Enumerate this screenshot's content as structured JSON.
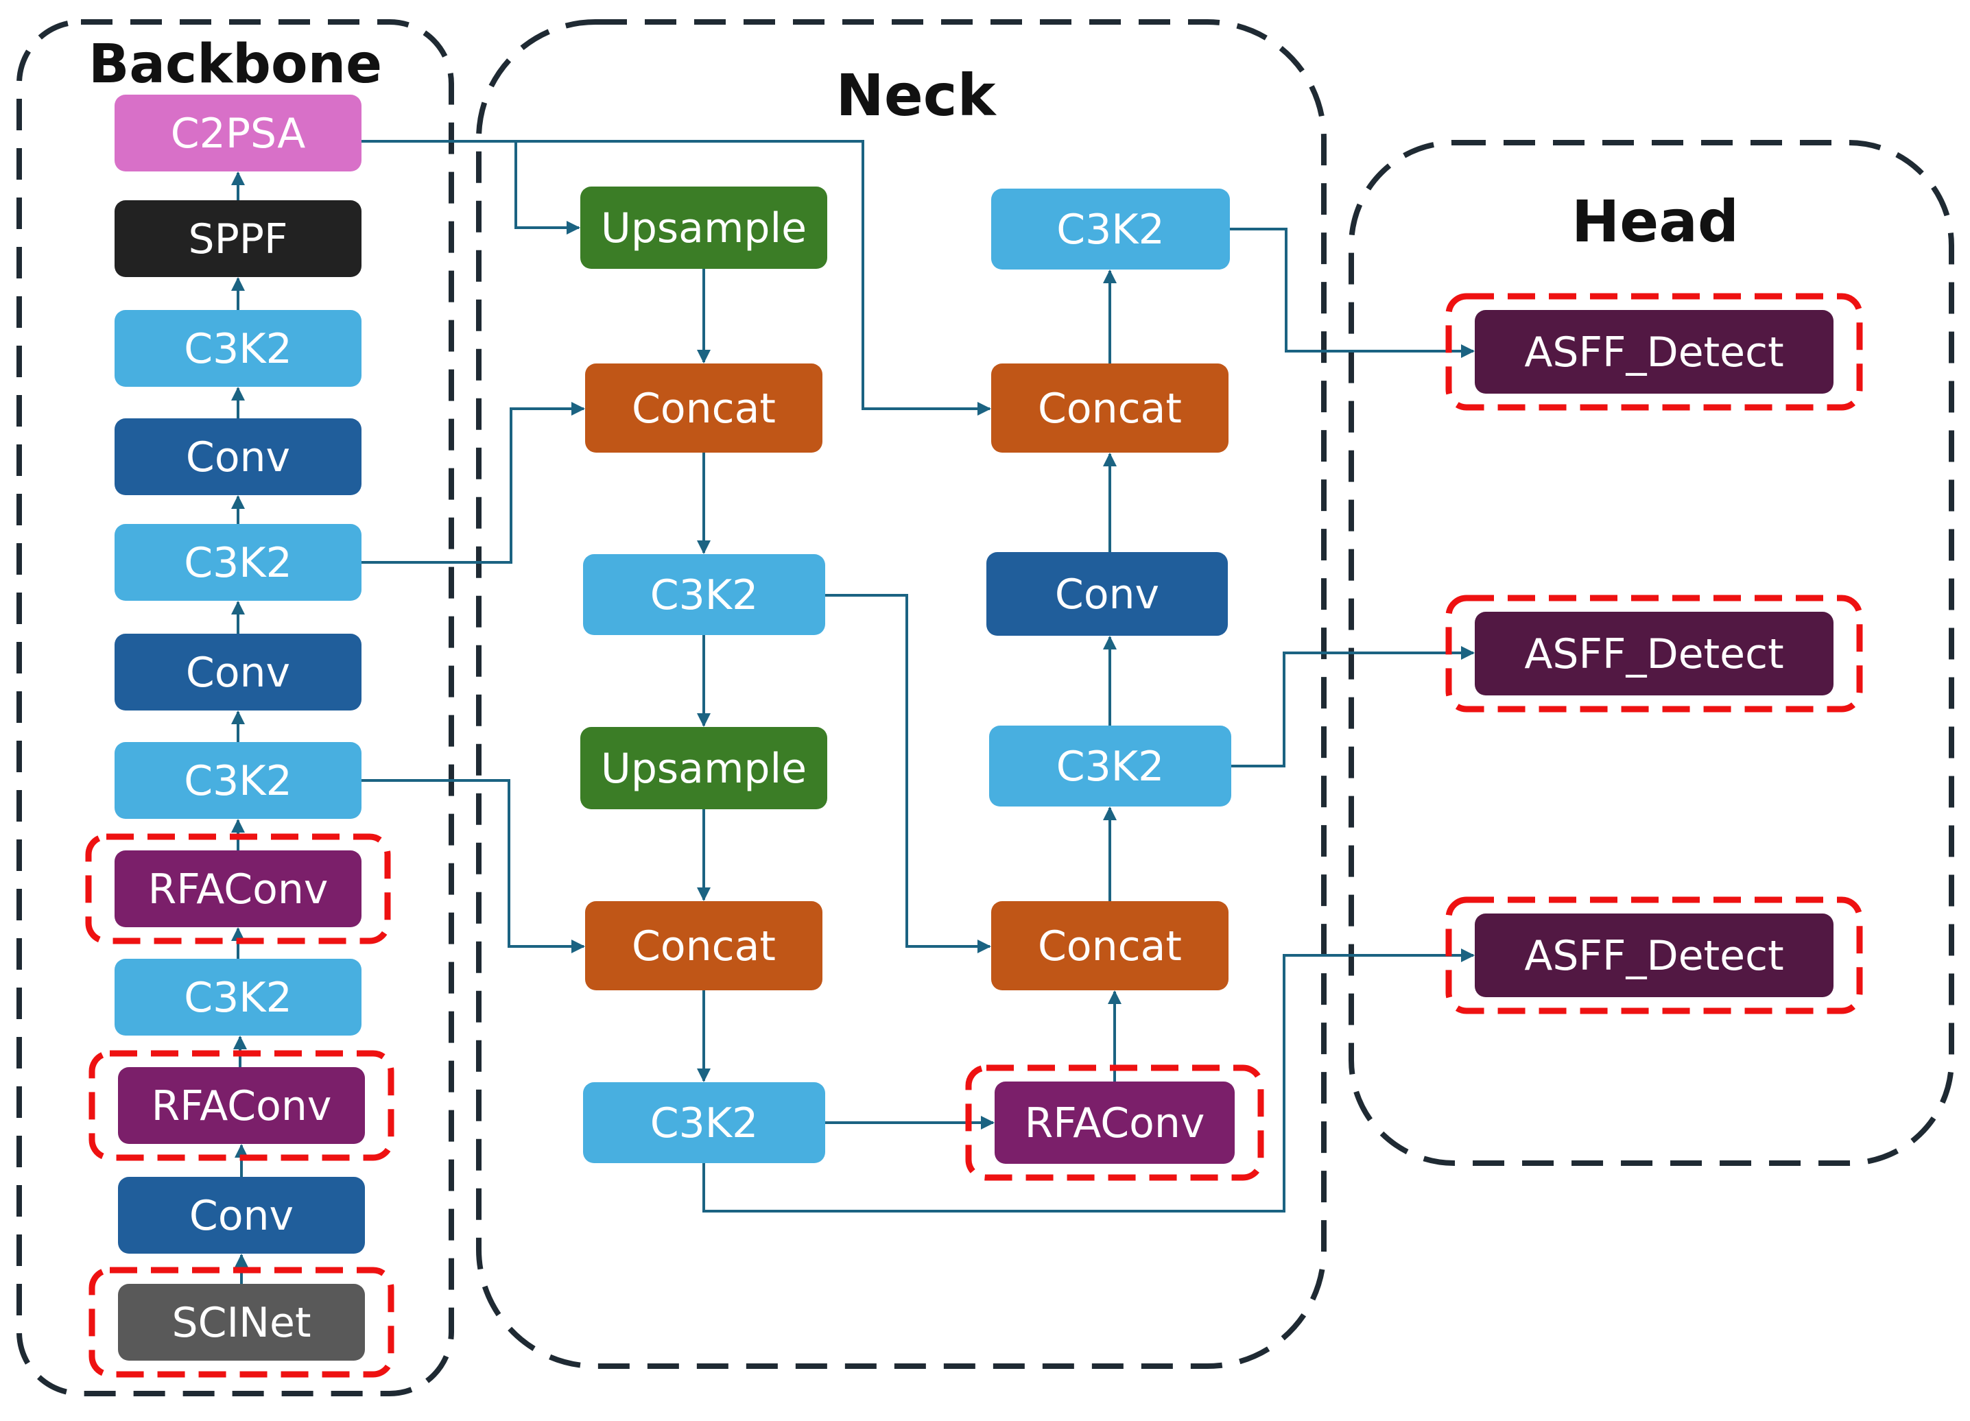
{
  "sections": {
    "backbone": "Backbone",
    "neck": "Neck",
    "head": "Head"
  },
  "colors": {
    "C2PSA": "#d870c8",
    "SPPF": "#222222",
    "C3K2": "#48afe0",
    "Conv": "#205e9b",
    "RFAConv": "#7b1f6a",
    "SCINet": "#595959",
    "Upsample": "#3b7d26",
    "Concat": "#c05617",
    "ASFF_Detect": "#521843",
    "arrow": "#1b6382",
    "section_border": "#1f2a33",
    "highlight_border": "#ee1111"
  },
  "nodes": [
    {
      "id": "bb-c2psa",
      "type": "C2PSA",
      "label": "C2PSA"
    },
    {
      "id": "bb-sppf",
      "type": "SPPF",
      "label": "SPPF"
    },
    {
      "id": "bb-c3k2-4",
      "type": "C3K2",
      "label": "C3K2"
    },
    {
      "id": "bb-conv-3",
      "type": "Conv",
      "label": "Conv"
    },
    {
      "id": "bb-c3k2-3",
      "type": "C3K2",
      "label": "C3K2"
    },
    {
      "id": "bb-conv-2",
      "type": "Conv",
      "label": "Conv"
    },
    {
      "id": "bb-c3k2-2",
      "type": "C3K2",
      "label": "C3K2"
    },
    {
      "id": "bb-rfaconv-2",
      "type": "RFAConv",
      "label": "RFAConv",
      "highlighted": true
    },
    {
      "id": "bb-c3k2-1",
      "type": "C3K2",
      "label": "C3K2"
    },
    {
      "id": "bb-rfaconv-1",
      "type": "RFAConv",
      "label": "RFAConv",
      "highlighted": true
    },
    {
      "id": "bb-conv-1",
      "type": "Conv",
      "label": "Conv"
    },
    {
      "id": "bb-scinet",
      "type": "SCINet",
      "label": "SCINet",
      "highlighted": true
    },
    {
      "id": "nk-upsample-1",
      "type": "Upsample",
      "label": "Upsample"
    },
    {
      "id": "nk-concat-1",
      "type": "Concat",
      "label": "Concat"
    },
    {
      "id": "nk-c3k2-1",
      "type": "C3K2",
      "label": "C3K2"
    },
    {
      "id": "nk-upsample-2",
      "type": "Upsample",
      "label": "Upsample"
    },
    {
      "id": "nk-concat-2",
      "type": "Concat",
      "label": "Concat"
    },
    {
      "id": "nk-c3k2-2",
      "type": "C3K2",
      "label": "C3K2"
    },
    {
      "id": "nk-rfaconv",
      "type": "RFAConv",
      "label": "RFAConv",
      "highlighted": true
    },
    {
      "id": "nk-concat-3",
      "type": "Concat",
      "label": "Concat"
    },
    {
      "id": "nk-c3k2-3",
      "type": "C3K2",
      "label": "C3K2"
    },
    {
      "id": "nk-conv",
      "type": "Conv",
      "label": "Conv"
    },
    {
      "id": "nk-concat-4",
      "type": "Concat",
      "label": "Concat"
    },
    {
      "id": "nk-c3k2-4",
      "type": "C3K2",
      "label": "C3K2"
    },
    {
      "id": "hd-asff-1",
      "type": "ASFF_Detect",
      "label": "ASFF_Detect",
      "highlighted": true
    },
    {
      "id": "hd-asff-2",
      "type": "ASFF_Detect",
      "label": "ASFF_Detect",
      "highlighted": true
    },
    {
      "id": "hd-asff-3",
      "type": "ASFF_Detect",
      "label": "ASFF_Detect",
      "highlighted": true
    }
  ],
  "edges": [
    {
      "from": "bb-scinet",
      "to": "bb-conv-1"
    },
    {
      "from": "bb-conv-1",
      "to": "bb-rfaconv-1"
    },
    {
      "from": "bb-rfaconv-1",
      "to": "bb-c3k2-1"
    },
    {
      "from": "bb-c3k2-1",
      "to": "bb-rfaconv-2"
    },
    {
      "from": "bb-rfaconv-2",
      "to": "bb-c3k2-2"
    },
    {
      "from": "bb-c3k2-2",
      "to": "bb-conv-2"
    },
    {
      "from": "bb-conv-2",
      "to": "bb-c3k2-3"
    },
    {
      "from": "bb-c3k2-3",
      "to": "bb-conv-3"
    },
    {
      "from": "bb-conv-3",
      "to": "bb-c3k2-4"
    },
    {
      "from": "bb-c3k2-4",
      "to": "bb-sppf"
    },
    {
      "from": "bb-sppf",
      "to": "bb-c2psa"
    },
    {
      "from": "bb-c2psa",
      "to": "nk-upsample-1"
    },
    {
      "from": "bb-c2psa",
      "to": "nk-concat-4"
    },
    {
      "from": "nk-upsample-1",
      "to": "nk-concat-1"
    },
    {
      "from": "bb-c3k2-3",
      "to": "nk-concat-1"
    },
    {
      "from": "nk-concat-1",
      "to": "nk-c3k2-1"
    },
    {
      "from": "nk-c3k2-1",
      "to": "nk-upsample-2"
    },
    {
      "from": "nk-c3k2-1",
      "to": "nk-concat-3"
    },
    {
      "from": "nk-upsample-2",
      "to": "nk-concat-2"
    },
    {
      "from": "bb-c3k2-2",
      "to": "nk-concat-2"
    },
    {
      "from": "nk-concat-2",
      "to": "nk-c3k2-2"
    },
    {
      "from": "nk-c3k2-2",
      "to": "nk-rfaconv"
    },
    {
      "from": "nk-c3k2-2",
      "to": "hd-asff-3"
    },
    {
      "from": "nk-rfaconv",
      "to": "nk-concat-3"
    },
    {
      "from": "nk-concat-3",
      "to": "nk-c3k2-3"
    },
    {
      "from": "nk-c3k2-3",
      "to": "nk-conv"
    },
    {
      "from": "nk-c3k2-3",
      "to": "hd-asff-2"
    },
    {
      "from": "nk-conv",
      "to": "nk-concat-4"
    },
    {
      "from": "nk-concat-4",
      "to": "nk-c3k2-4"
    },
    {
      "from": "nk-c3k2-4",
      "to": "hd-asff-1"
    }
  ]
}
